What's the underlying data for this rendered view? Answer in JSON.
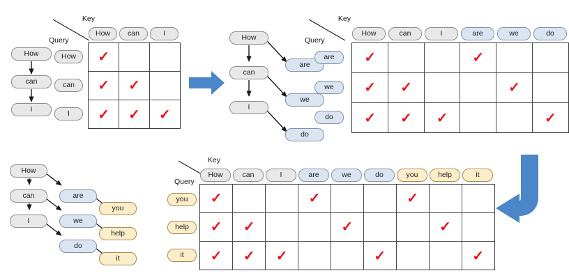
{
  "colors": {
    "gray_fill": "#e8e8e8",
    "blue_fill": "#dbe5f1",
    "cream_fill": "#fdeecb",
    "check_red": "#e8131a",
    "arrow_blue": "#4a86c8",
    "grid_line": "#4a4a4a"
  },
  "labels": {
    "key": "Key",
    "query": "Query",
    "check_glyph": "✓"
  },
  "panel_top_left": {
    "name": "step-1-attention-matrix",
    "tree": {
      "nodes": [
        {
          "text": "How",
          "style": "gray"
        },
        {
          "text": "can",
          "style": "gray"
        },
        {
          "text": "I",
          "style": "gray"
        }
      ]
    },
    "matrix": {
      "columns": [
        {
          "text": "How",
          "style": "gray"
        },
        {
          "text": "can",
          "style": "gray"
        },
        {
          "text": "I",
          "style": "gray"
        }
      ],
      "rows": [
        {
          "label": {
            "text": "How",
            "style": "gray"
          },
          "cells": [
            1,
            0,
            0
          ]
        },
        {
          "label": {
            "text": "can",
            "style": "gray"
          },
          "cells": [
            1,
            1,
            0
          ]
        },
        {
          "label": {
            "text": "I",
            "style": "gray"
          },
          "cells": [
            1,
            1,
            1
          ]
        }
      ]
    }
  },
  "panel_top_mid": {
    "name": "step-1-generated-tree",
    "nodes": [
      {
        "text": "How",
        "style": "gray"
      },
      {
        "text": "can",
        "style": "gray"
      },
      {
        "text": "I",
        "style": "gray"
      },
      {
        "text": "are",
        "style": "blue"
      },
      {
        "text": "we",
        "style": "blue"
      },
      {
        "text": "do",
        "style": "blue"
      }
    ]
  },
  "panel_top_right": {
    "name": "step-2-attention-matrix",
    "matrix": {
      "columns": [
        {
          "text": "How",
          "style": "gray"
        },
        {
          "text": "can",
          "style": "gray"
        },
        {
          "text": "I",
          "style": "gray"
        },
        {
          "text": "are",
          "style": "blue"
        },
        {
          "text": "we",
          "style": "blue"
        },
        {
          "text": "do",
          "style": "blue"
        }
      ],
      "rows": [
        {
          "label": {
            "text": "are",
            "style": "blue"
          },
          "cells": [
            1,
            0,
            0,
            1,
            0,
            0
          ]
        },
        {
          "label": {
            "text": "we",
            "style": "blue"
          },
          "cells": [
            1,
            1,
            0,
            0,
            1,
            0
          ]
        },
        {
          "label": {
            "text": "do",
            "style": "blue"
          },
          "cells": [
            1,
            1,
            1,
            0,
            0,
            1
          ]
        }
      ]
    }
  },
  "panel_bottom_left": {
    "name": "step-2-generated-tree",
    "nodes": [
      {
        "text": "How",
        "style": "gray"
      },
      {
        "text": "can",
        "style": "gray"
      },
      {
        "text": "I",
        "style": "gray"
      },
      {
        "text": "are",
        "style": "blue"
      },
      {
        "text": "we",
        "style": "blue"
      },
      {
        "text": "do",
        "style": "blue"
      },
      {
        "text": "you",
        "style": "cream"
      },
      {
        "text": "help",
        "style": "cream"
      },
      {
        "text": "it",
        "style": "cream"
      }
    ]
  },
  "panel_bottom_right": {
    "name": "step-3-attention-matrix",
    "matrix": {
      "columns": [
        {
          "text": "How",
          "style": "gray"
        },
        {
          "text": "can",
          "style": "gray"
        },
        {
          "text": "I",
          "style": "gray"
        },
        {
          "text": "are",
          "style": "blue"
        },
        {
          "text": "we",
          "style": "blue"
        },
        {
          "text": "do",
          "style": "blue"
        },
        {
          "text": "you",
          "style": "cream"
        },
        {
          "text": "help",
          "style": "cream"
        },
        {
          "text": "it",
          "style": "cream"
        }
      ],
      "rows": [
        {
          "label": {
            "text": "you",
            "style": "cream"
          },
          "cells": [
            1,
            0,
            0,
            1,
            0,
            0,
            1,
            0,
            0
          ]
        },
        {
          "label": {
            "text": "help",
            "style": "cream"
          },
          "cells": [
            1,
            1,
            0,
            0,
            1,
            0,
            0,
            1,
            0
          ]
        },
        {
          "label": {
            "text": "it",
            "style": "cream"
          },
          "cells": [
            1,
            1,
            1,
            0,
            0,
            1,
            0,
            0,
            1
          ]
        }
      ]
    }
  },
  "flow_arrows": [
    {
      "name": "flow-arrow-right",
      "direction": "right"
    },
    {
      "name": "flow-arrow-down-left",
      "direction": "down-left"
    }
  ]
}
